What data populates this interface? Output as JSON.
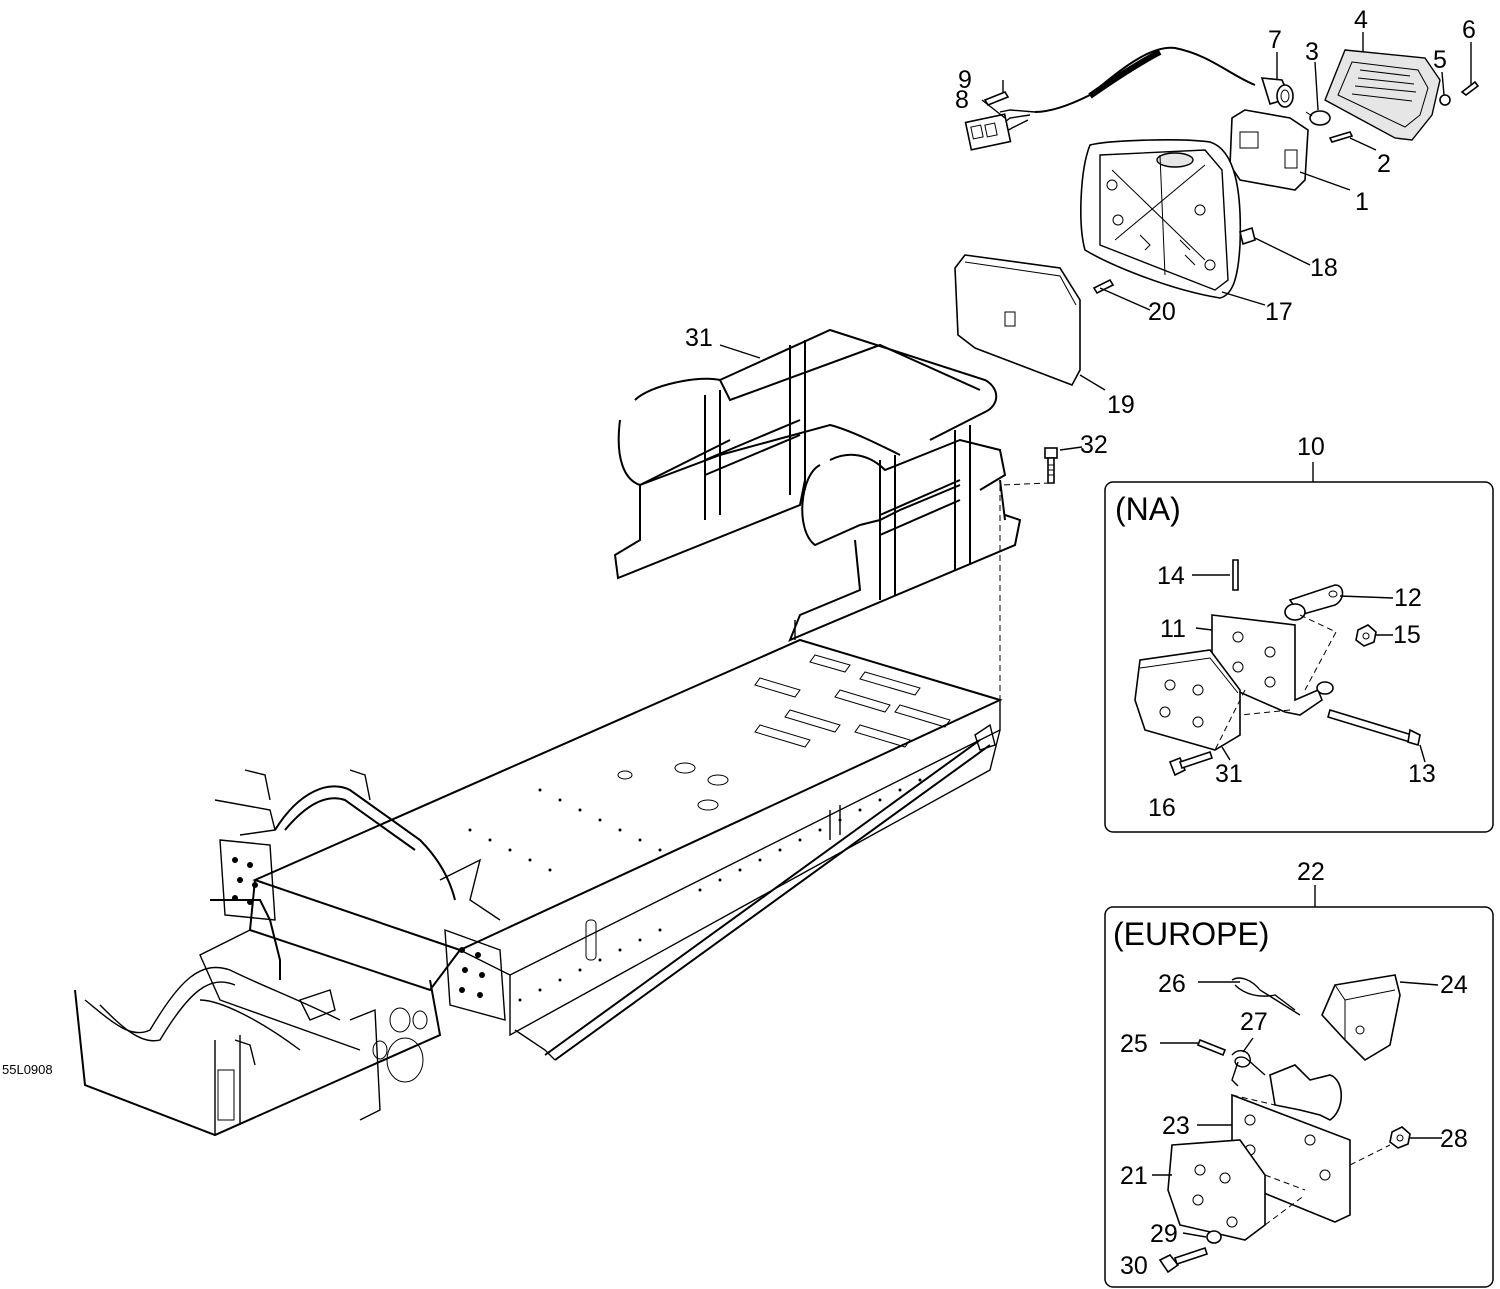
{
  "drawing_id": "55L0908",
  "callouts": {
    "c1": "1",
    "c2": "2",
    "c3": "3",
    "c4": "4",
    "c5": "5",
    "c6": "6",
    "c7": "7",
    "c8": "8",
    "c9": "9",
    "c10": "10",
    "c11": "11",
    "c12": "12",
    "c13": "13",
    "c14": "14",
    "c15": "15",
    "c16": "16",
    "c17": "17",
    "c18": "18",
    "c19": "19",
    "c20": "20",
    "c21": "21",
    "c22": "22",
    "c23": "23",
    "c24": "24",
    "c25": "25",
    "c26": "26",
    "c27": "27",
    "c28": "28",
    "c29": "29",
    "c30": "30",
    "c31_rack": "31",
    "c31_na": "31",
    "c32": "32"
  },
  "regions": {
    "na": "(NA)",
    "europe": "(EUROPE)"
  }
}
